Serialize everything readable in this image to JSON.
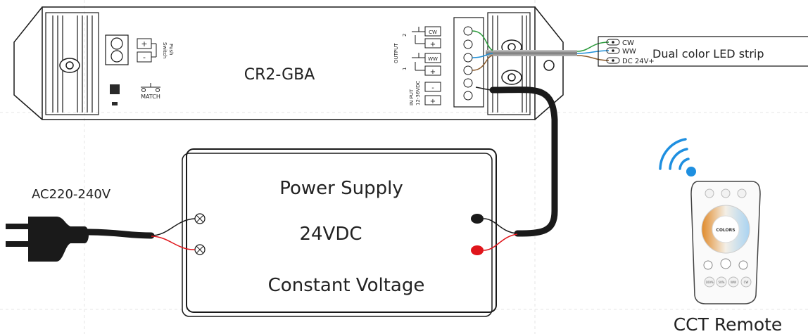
{
  "controller": {
    "model": "CR2-GBA",
    "switch_label": "Switch",
    "push_label": "Push",
    "match_label": "MATCH",
    "plus": "+",
    "minus": "-",
    "output_label": "OUTPUT",
    "channel_2": "2",
    "channel_1": "1",
    "cw_label": "CW",
    "ww_label": "WW",
    "input_label": "IN PUT",
    "input_range": "12-36VDC"
  },
  "led_strip": {
    "label": "Dual color LED strip",
    "cw": "CW",
    "ww": "WW",
    "dc": "DC 24V+"
  },
  "power_supply": {
    "title": "Power Supply",
    "voltage": "24VDC",
    "mode": "Constant Voltage"
  },
  "ac_input": {
    "label": "AC220-240V"
  },
  "remote": {
    "label": "CCT Remote",
    "brand": "COLORS",
    "keys": [
      "100%",
      "50%",
      "WW",
      "CW"
    ]
  },
  "colors": {
    "wire_black": "#1a1a1a",
    "wire_red": "#e0151b",
    "wire_green": "#2a9a3a",
    "wire_blue": "#1f8fd6",
    "wire_brown": "#8a5a2b",
    "terminal_red": "#e0151b",
    "signal_blue": "#1e8fe0"
  }
}
